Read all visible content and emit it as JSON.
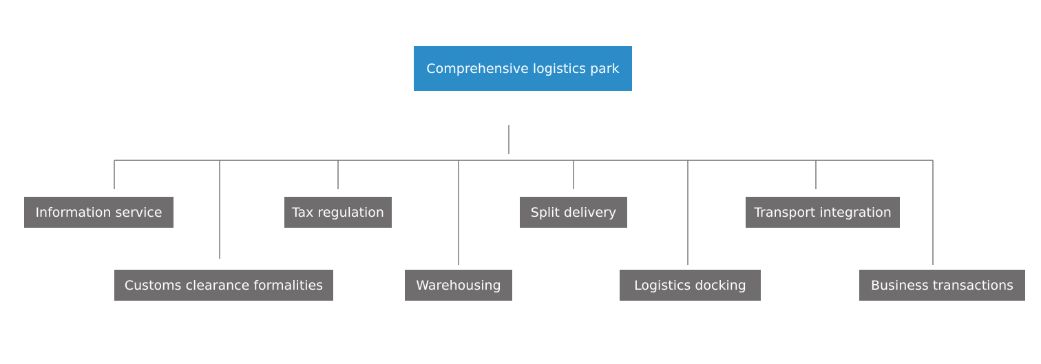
{
  "diagram": {
    "root": {
      "label": "Comprehensive logistics park",
      "color": "#2b8cc8"
    },
    "box_color": "#6f6d6d",
    "connector_color": "#6f6f6f",
    "children": [
      {
        "label": "Information service"
      },
      {
        "label": "Customs clearance formalities"
      },
      {
        "label": "Tax regulation"
      },
      {
        "label": "Warehousing"
      },
      {
        "label": "Split delivery"
      },
      {
        "label": "Logistics docking"
      },
      {
        "label": "Transport integration"
      },
      {
        "label": "Business transactions"
      }
    ]
  }
}
